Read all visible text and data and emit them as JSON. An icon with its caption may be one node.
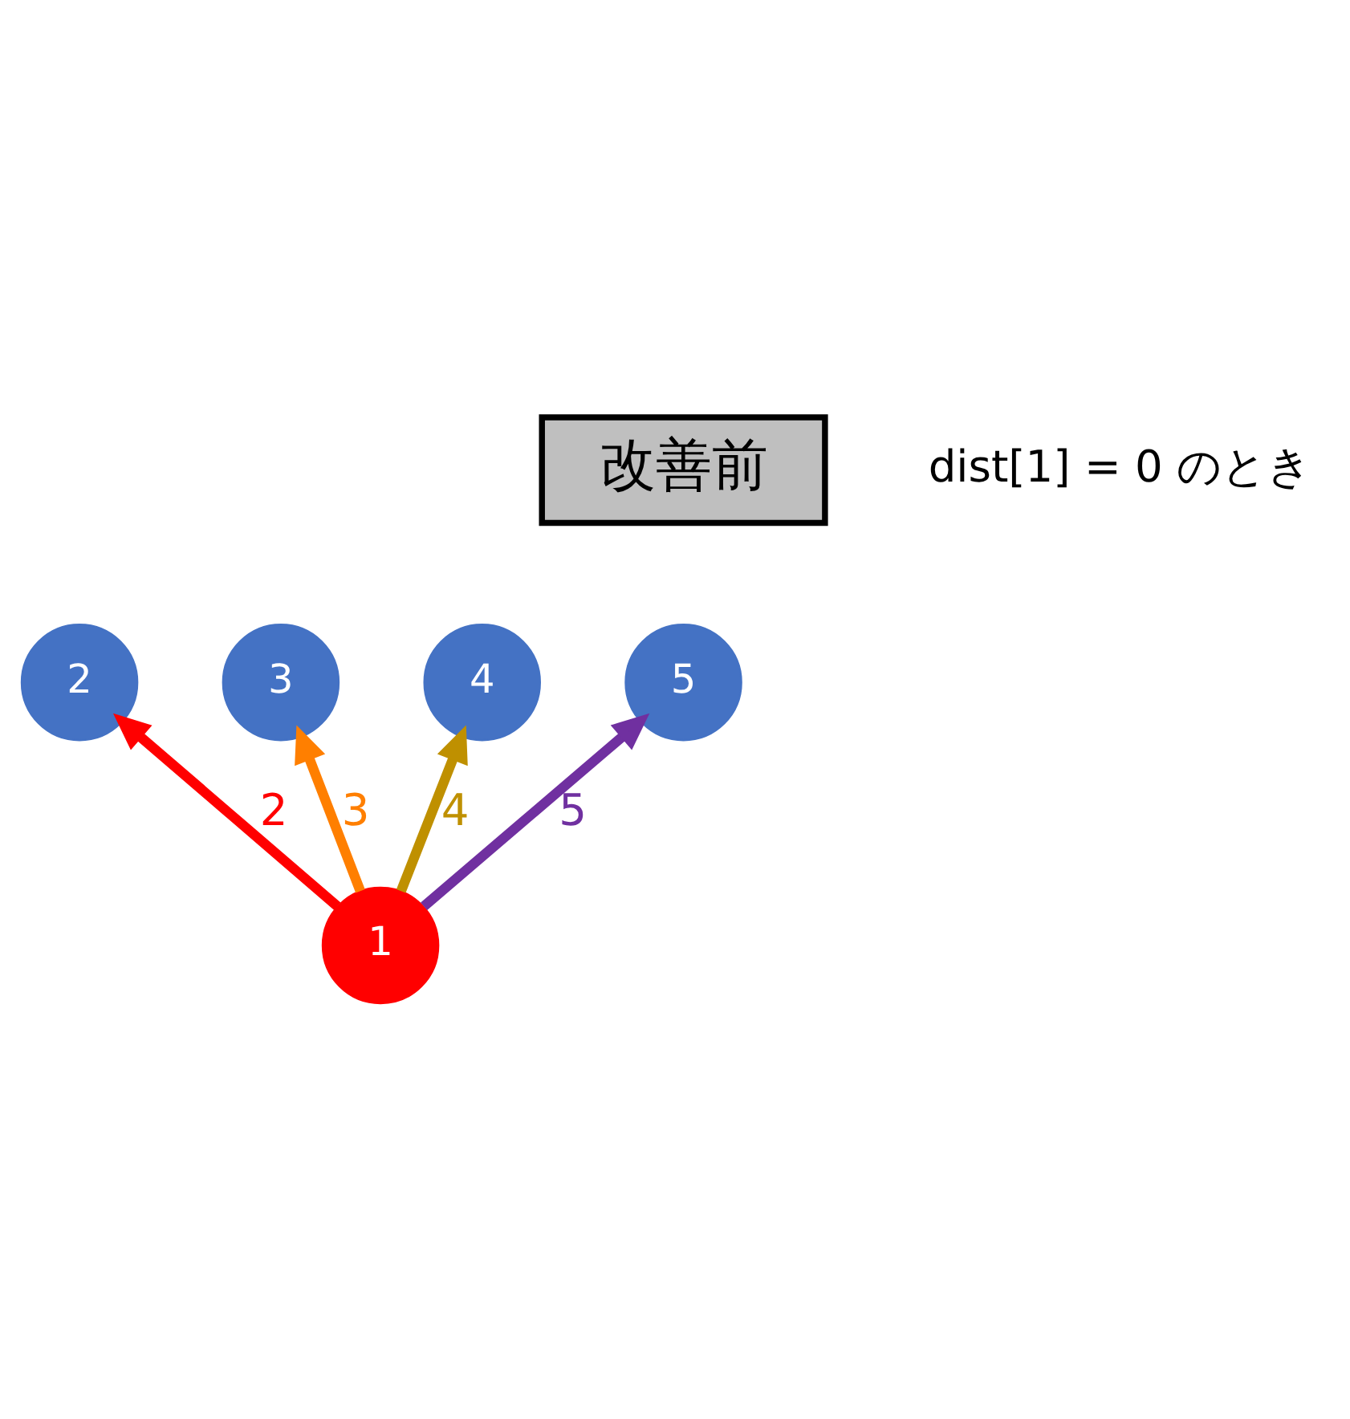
{
  "diagram": {
    "nodes": [
      {
        "text": [
          "改善前"
        ]
      },
      {
        "text": [
          "1"
        ]
      },
      {
        "text": [
          "2"
        ]
      },
      {
        "text": [
          "3"
        ]
      },
      {
        "text": [
          "4"
        ]
      },
      {
        "text": [
          "5"
        ]
      }
    ],
    "edges": [
      {
        "from": 1,
        "to": 2,
        "arrow": "to",
        "label": "2",
        "color": "#ff0000"
      },
      {
        "from": 1,
        "to": 3,
        "arrow": "to",
        "label": "3",
        "color": "#ff7f00"
      },
      {
        "from": 1,
        "to": 4,
        "arrow": "to",
        "label": "4",
        "color": "#bf9000"
      },
      {
        "from": 1,
        "to": 5,
        "arrow": "to",
        "label": "5",
        "color": "#7030a0"
      }
    ],
    "labels": [
      "dist[1] = 0 のとき"
    ]
  }
}
